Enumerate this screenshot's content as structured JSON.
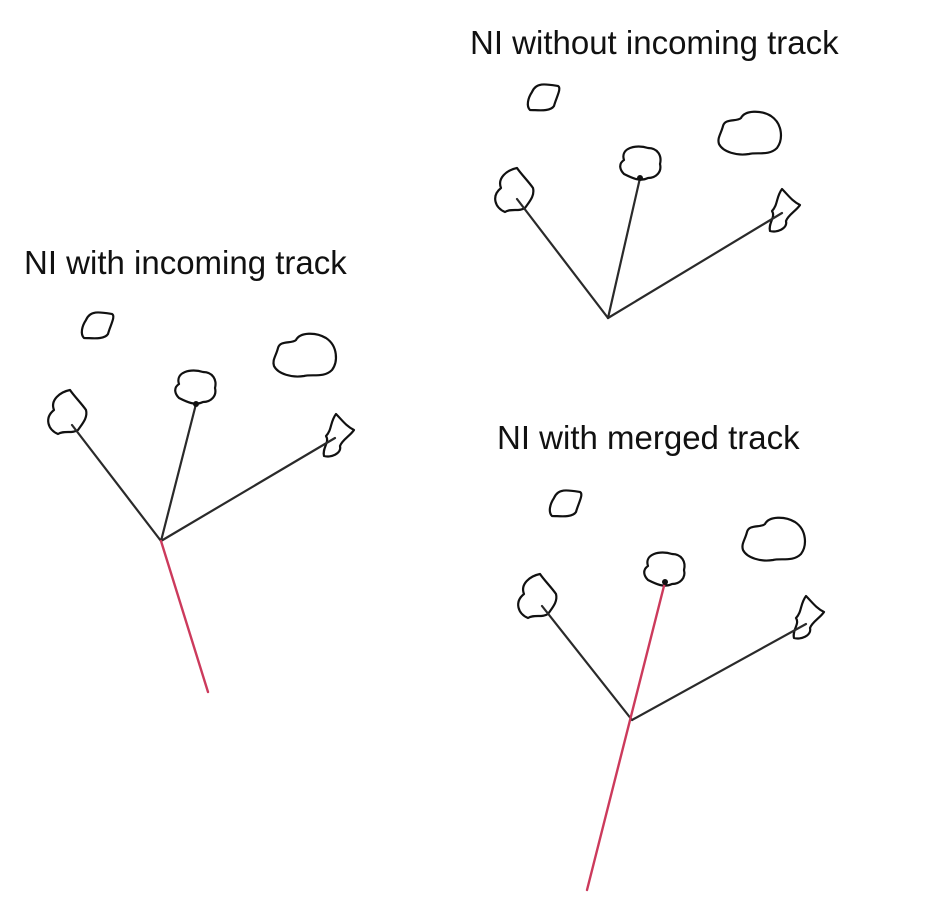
{
  "panels": {
    "without": {
      "title": "NI without incoming track"
    },
    "incoming": {
      "title": "NI with incoming track"
    },
    "merged": {
      "title": "NI with merged track"
    }
  },
  "colors": {
    "track": "#2a2a2a",
    "incoming_track": "#cc3a5c",
    "nucleus_outline": "#111111"
  }
}
